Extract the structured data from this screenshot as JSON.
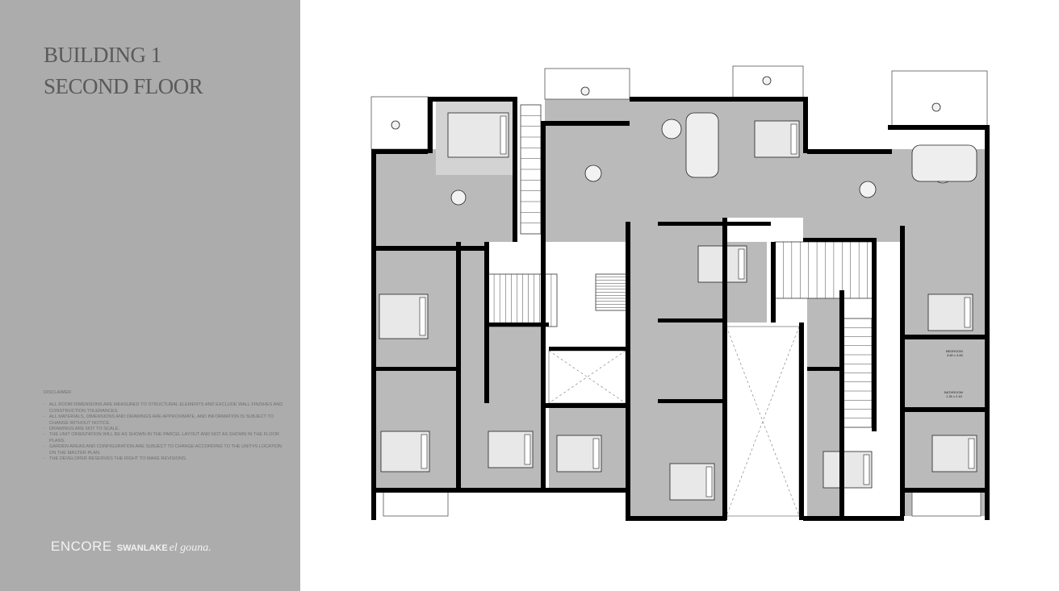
{
  "header": {
    "line1": "BUILDING 1",
    "line2": "SECOND FLOOR"
  },
  "disclaimer": {
    "heading": "DISCLAIMER",
    "items": [
      "ALL ROOM DIMENSIONS ARE MEASURED TO STRUCTURAL ELEMENTS AND EXCLUDE WALL FINISHES AND CONSTRUCTION TOLERANCES.",
      "ALL MATERIALS, DIMENSIONS AND DRAWINGS ARE APPROXIMATE, AND INFORMATION IS SUBJECT TO CHANGE WITHOUT NOTICE.",
      "DRAWINGS ARE NOT TO SCALE.",
      "THE UNIT ORIENTATION WILL BE AS SHOWN IN THE PARCEL LAYOUT AND NOT AS SHOWN IN THE FLOOR PLANS.",
      "GARDEN AREAS AND CONFIGURATION ARE SUBJECT TO CHANGE ACCORDING TO THE UNIT#S LOCATION ON THE MASTER PLAN.",
      "THE DEVELOPER RESERVES THE RIGHT TO MAKE REVISIONS."
    ]
  },
  "logo": {
    "encore": "ENCORE",
    "swanlake": "SWANLAKE",
    "elgouna": "el gouna."
  },
  "plan": {
    "bedroom_label": "BEDROOM",
    "bedroom_dims": "3.80 x 3.80",
    "bathroom_label": "BATHROOM",
    "bathroom_dims": "1.35 x 2.40"
  },
  "colors": {
    "panel": "#acacac",
    "room": "#bababa",
    "wall": "#000000",
    "text": "#5a5a5a"
  }
}
